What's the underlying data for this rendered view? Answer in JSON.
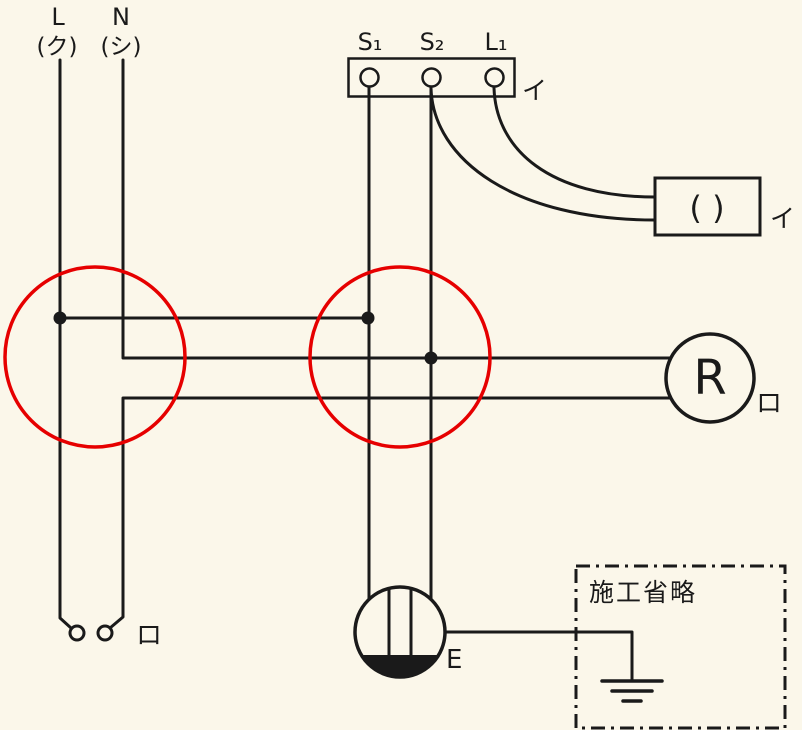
{
  "colors": {
    "background": "#FBF7EA",
    "wire": "#1a1a1a",
    "highlight_red": "#E60000"
  },
  "power_source": {
    "live": {
      "label": "L",
      "sublabel": "(ク)"
    },
    "neutral": {
      "label": "N",
      "sublabel": "(シ)"
    }
  },
  "timer_switch_block": {
    "terminals": [
      "S₁",
      "S₂",
      "L₁"
    ],
    "circuit_label": "イ"
  },
  "ceiling_rosette": {
    "symbol": "(  )",
    "circuit_label": "イ"
  },
  "lamp_receptacle": {
    "symbol": "R",
    "circuit_label": "ロ"
  },
  "wall_switch": {
    "circuit_label": "ロ"
  },
  "earth_outlet": {
    "label": "E"
  },
  "construction_omitted_box": {
    "label": "施工省略"
  }
}
